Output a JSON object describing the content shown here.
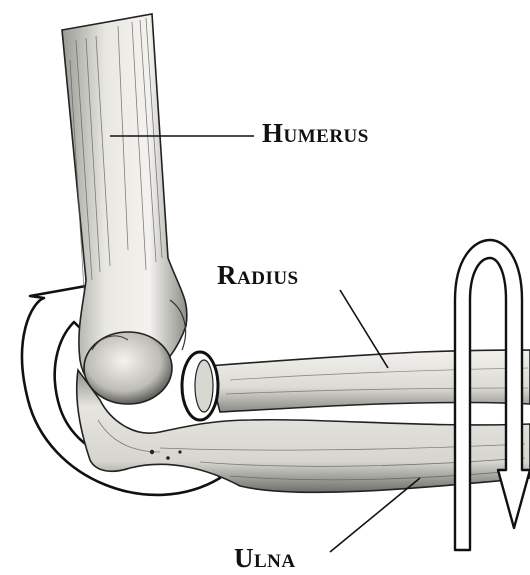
{
  "labels": {
    "humerus": "Humerus",
    "radius": "Radius",
    "ulna": "Ulna"
  },
  "colors": {
    "ink": "#111111",
    "bone_fill": "#ecebe6",
    "bone_shade": "#7a7a75",
    "arrow_fill": "#ffffff"
  }
}
